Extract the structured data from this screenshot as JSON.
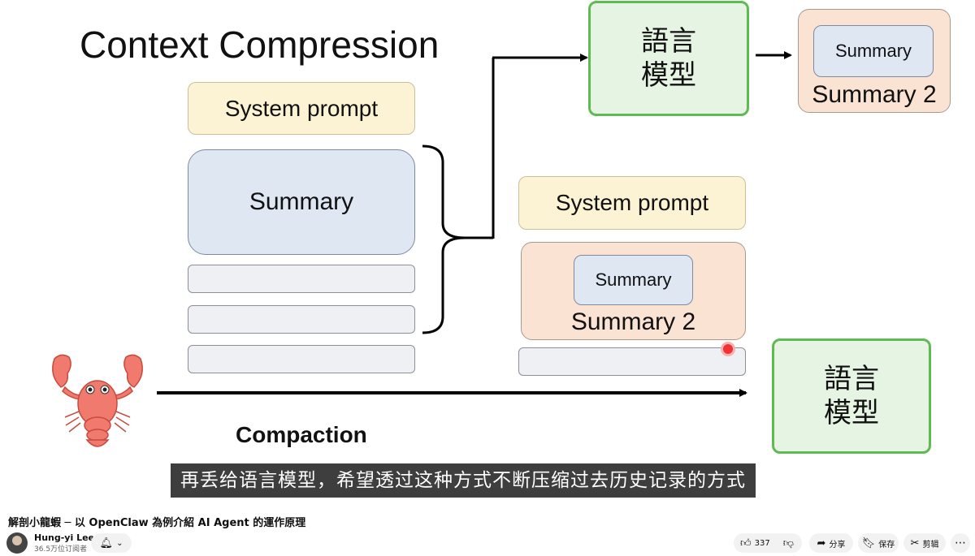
{
  "slide": {
    "title": "Context Compression",
    "left_stack": {
      "system_prompt": "System prompt",
      "summary": "Summary"
    },
    "top_model": "語言\n模型",
    "top_output": {
      "inner": "Summary",
      "outer": "Summary 2"
    },
    "right_stack": {
      "system_prompt": "System prompt",
      "inner_summary": "Summary",
      "summary2": "Summary 2"
    },
    "bottom_model": "語言\n模型",
    "compaction_label": "Compaction",
    "lobster_icon": "lobster-icon",
    "colors": {
      "system_prompt_fill": "#fcf3d4",
      "summary_fill": "#dfe7f3",
      "summary2_fill": "#fbe3d3",
      "model_border": "#5dbb52"
    }
  },
  "subtitle": "再丢给语言模型，希望透过这种方式不断压缩过去历史记录的方式",
  "video": {
    "title": "解剖小龍蝦 ─ 以 OpenClaw 為例介紹 AI Agent 的運作原理",
    "channel_name": "Hung-yi Lee",
    "subscribers": "36.5万位订阅者",
    "like_count": "337",
    "share_label": "分享",
    "save_label": "保存",
    "clip_label": "剪辑"
  }
}
